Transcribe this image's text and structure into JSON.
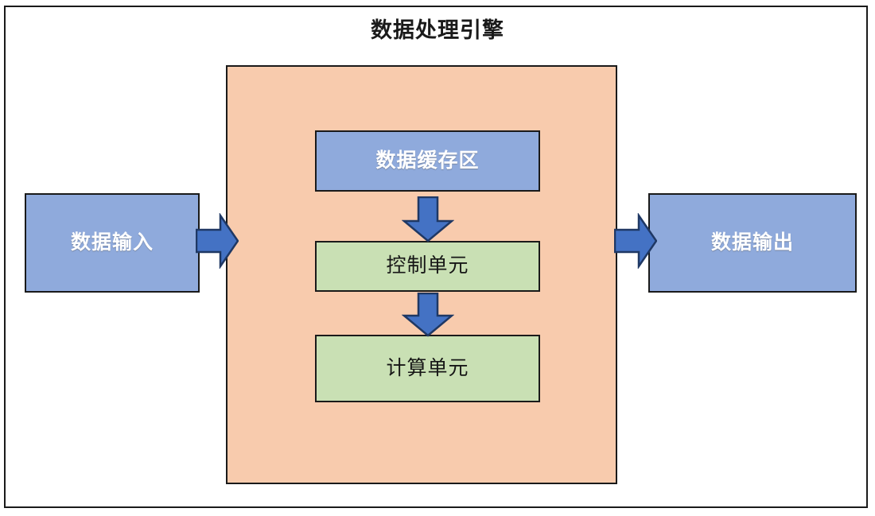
{
  "diagram": {
    "title": "数据处理引擎",
    "colors": {
      "frame_border": "#1a1a1a",
      "engine_fill": "#F8CBAD",
      "blue_fill": "#8FAADC",
      "green_fill": "#C9E0B4",
      "arrow_fill": "#4472C4",
      "arrow_stroke": "#1F3864",
      "background": "#ffffff",
      "blue_text": "#ffffff",
      "green_text": "#161616"
    },
    "nodes": {
      "input": {
        "label": "数据输入",
        "style": "blue"
      },
      "output": {
        "label": "数据输出",
        "style": "blue"
      },
      "cache": {
        "label": "数据缓存区",
        "style": "blue"
      },
      "control": {
        "label": "控制单元",
        "style": "green"
      },
      "compute": {
        "label": "计算单元",
        "style": "green"
      }
    },
    "arrows": [
      {
        "name": "input-to-engine",
        "direction": "right"
      },
      {
        "name": "engine-to-output",
        "direction": "right"
      },
      {
        "name": "cache-to-control",
        "direction": "down"
      },
      {
        "name": "control-to-compute",
        "direction": "down"
      }
    ]
  }
}
